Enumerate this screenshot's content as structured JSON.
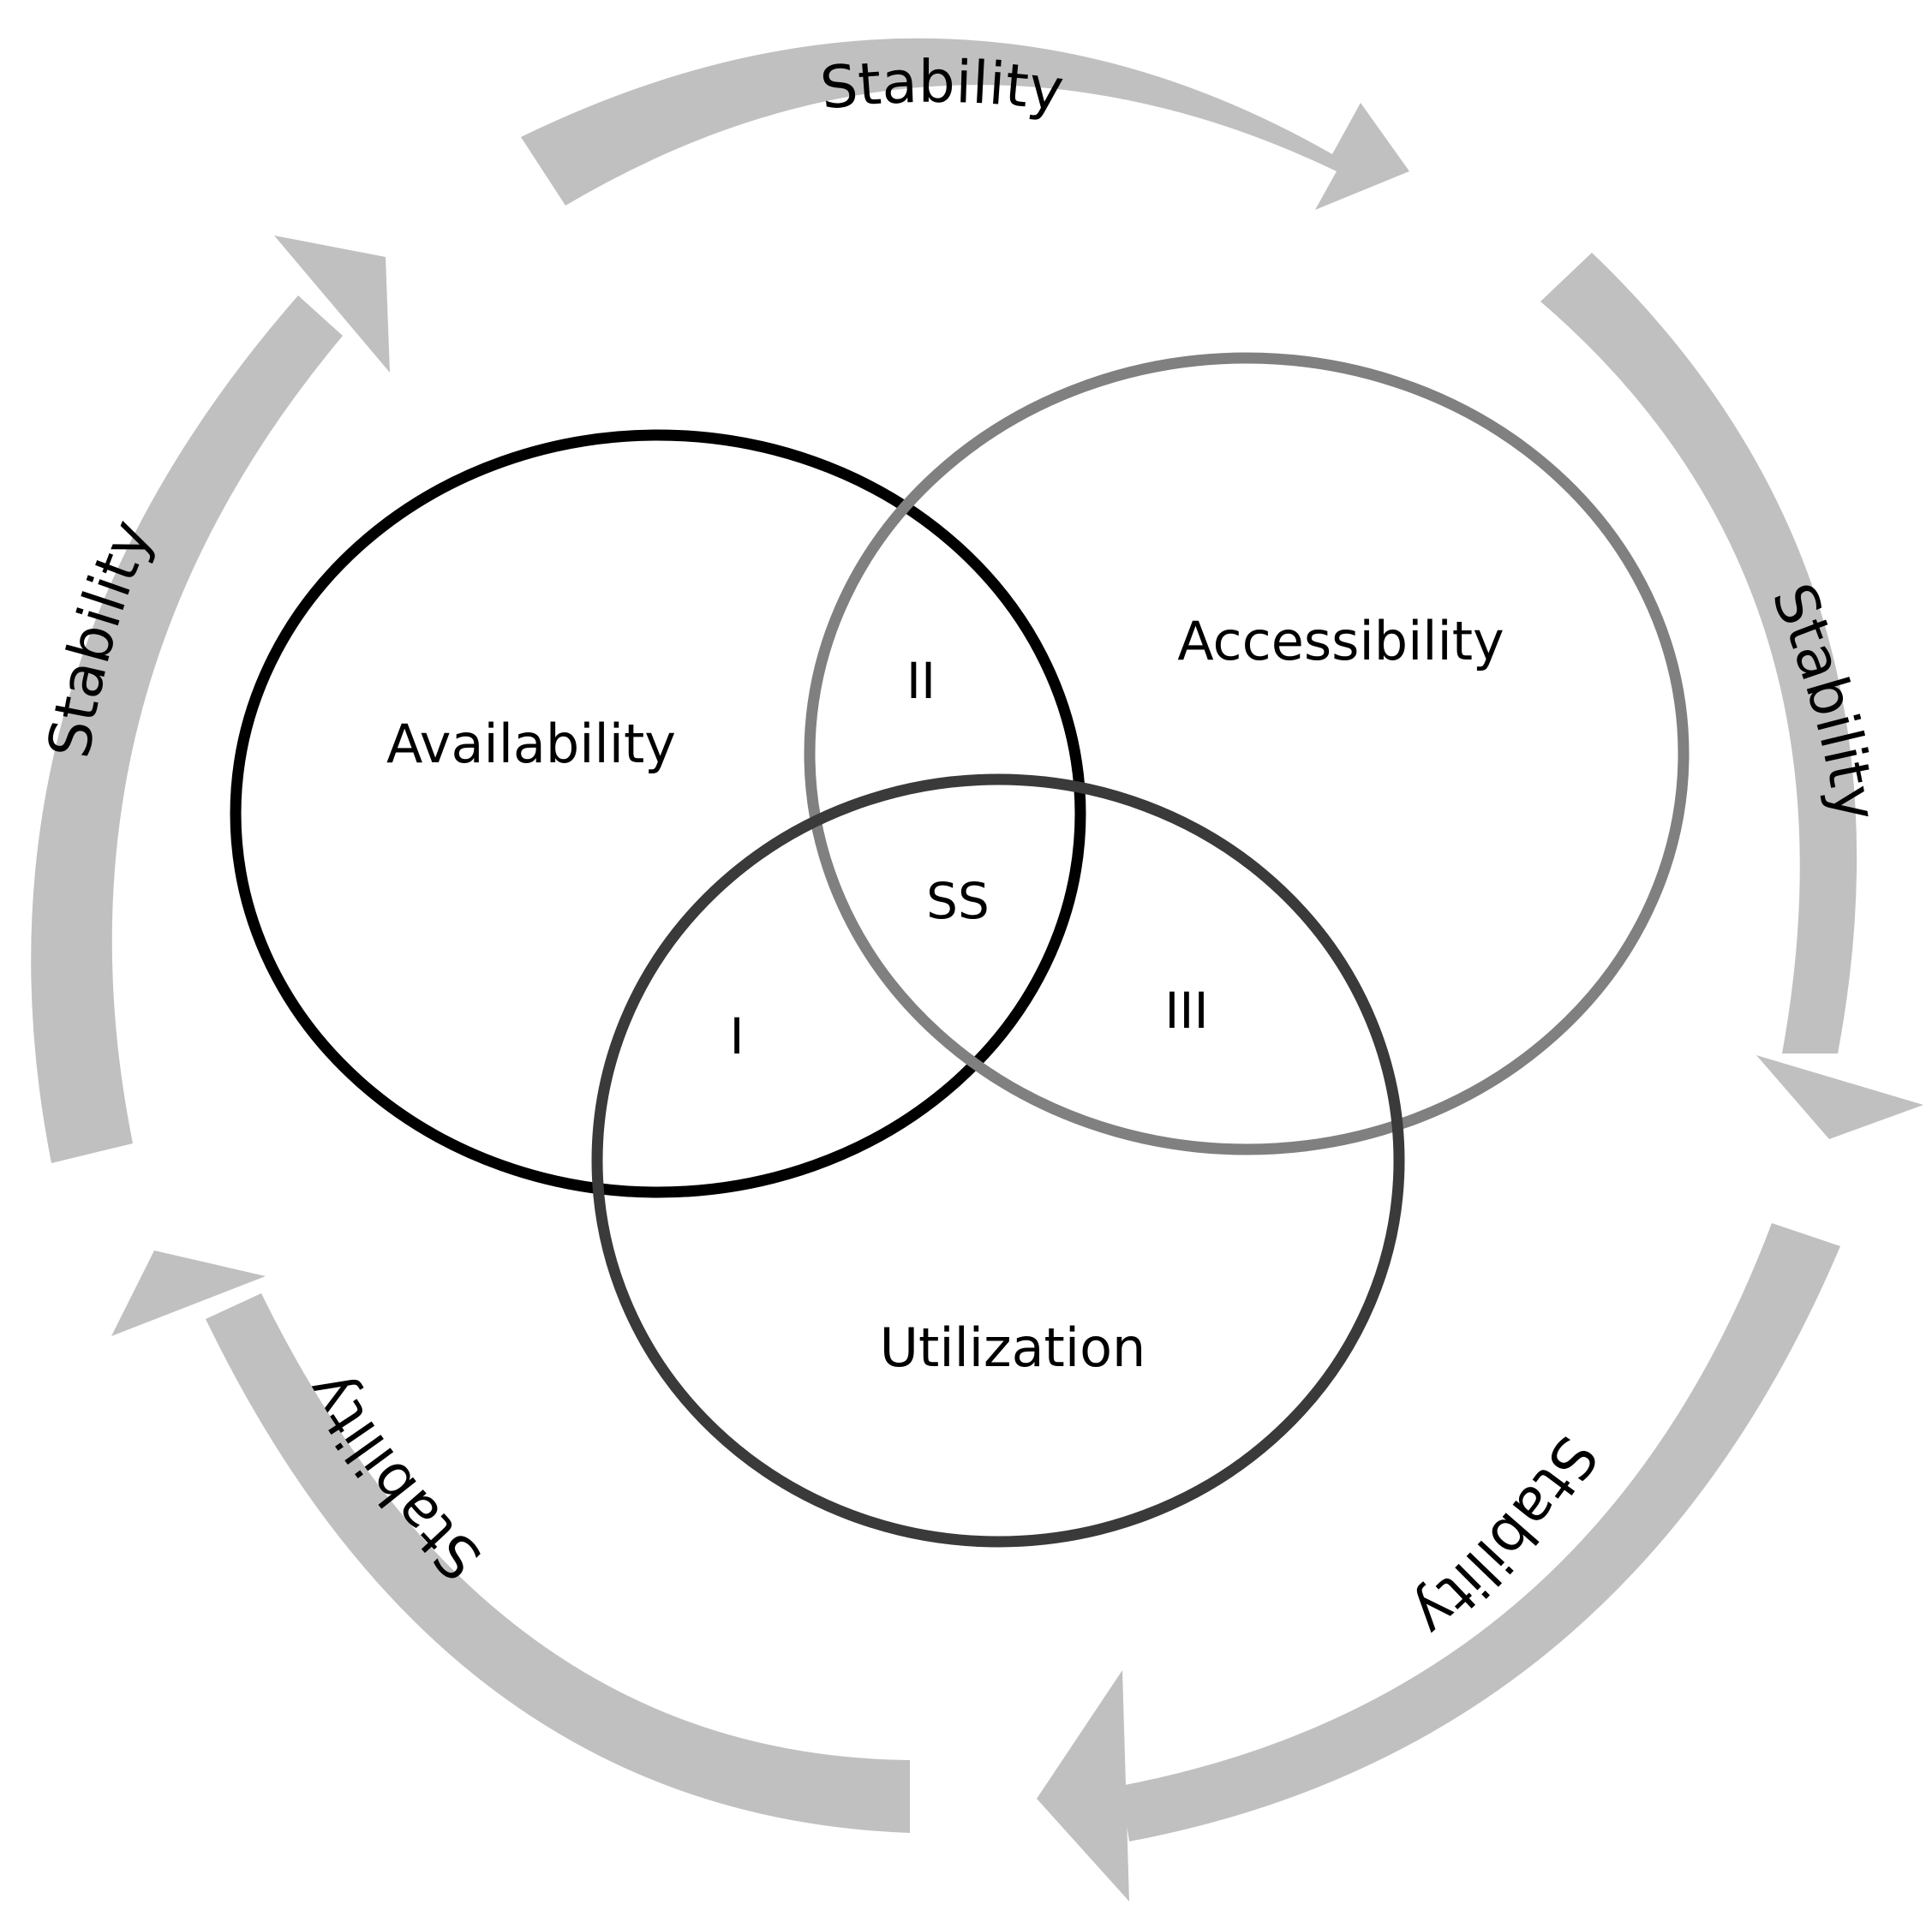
{
  "colors": {
    "arrow_fill": "#c0c0c0",
    "availability_stroke": "#000000",
    "accessibility_stroke": "#808080",
    "utilization_stroke": "#3a3a3a"
  },
  "cycle": {
    "arrows": [
      {
        "label": "Stability"
      },
      {
        "label": "Stability"
      },
      {
        "label": "Stability"
      },
      {
        "label": "Stability"
      },
      {
        "label": "Stability"
      }
    ]
  },
  "venn": {
    "sets": [
      {
        "label": "Availability"
      },
      {
        "label": "Accessibility"
      },
      {
        "label": "Utilization"
      }
    ],
    "regions": [
      {
        "label": "I"
      },
      {
        "label": "II"
      },
      {
        "label": "III"
      },
      {
        "label": "SS"
      }
    ]
  }
}
